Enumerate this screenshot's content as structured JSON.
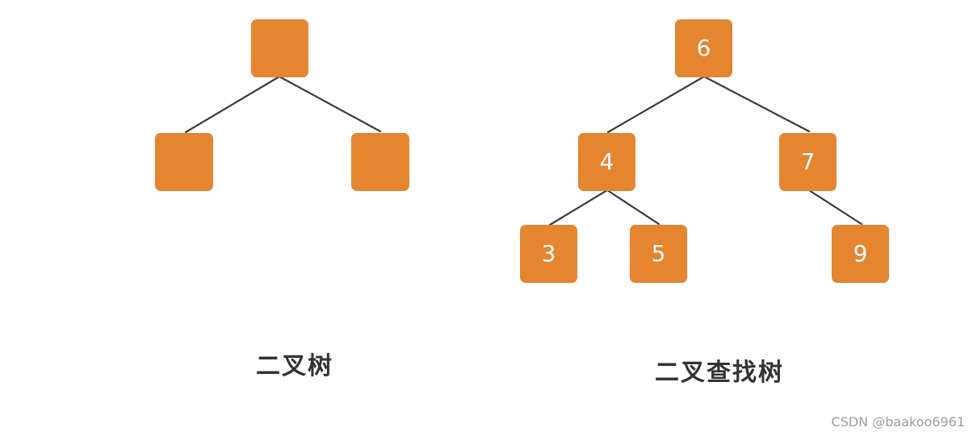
{
  "captions": {
    "binary_tree": "二叉树",
    "binary_search_tree": "二叉查找树"
  },
  "watermark": "CSDN @baakoo6961",
  "colors": {
    "node_fill": "#e5852f",
    "node_text": "#ffffff",
    "edge": "#3b3b3b",
    "caption": "#333333",
    "watermark": "#9c9c9c"
  },
  "trees": {
    "binary_tree": {
      "nodes": [
        {
          "id": "root",
          "label": ""
        },
        {
          "id": "left",
          "label": ""
        },
        {
          "id": "right",
          "label": ""
        }
      ],
      "edges": [
        [
          "root",
          "left"
        ],
        [
          "root",
          "right"
        ]
      ]
    },
    "binary_search_tree": {
      "nodes": [
        {
          "id": "n6",
          "label": "6"
        },
        {
          "id": "n4",
          "label": "4"
        },
        {
          "id": "n7",
          "label": "7"
        },
        {
          "id": "n3",
          "label": "3"
        },
        {
          "id": "n5",
          "label": "5"
        },
        {
          "id": "n9",
          "label": "9"
        }
      ],
      "edges": [
        [
          "n6",
          "n4"
        ],
        [
          "n6",
          "n7"
        ],
        [
          "n4",
          "n3"
        ],
        [
          "n4",
          "n5"
        ],
        [
          "n7",
          "n9"
        ]
      ]
    }
  }
}
